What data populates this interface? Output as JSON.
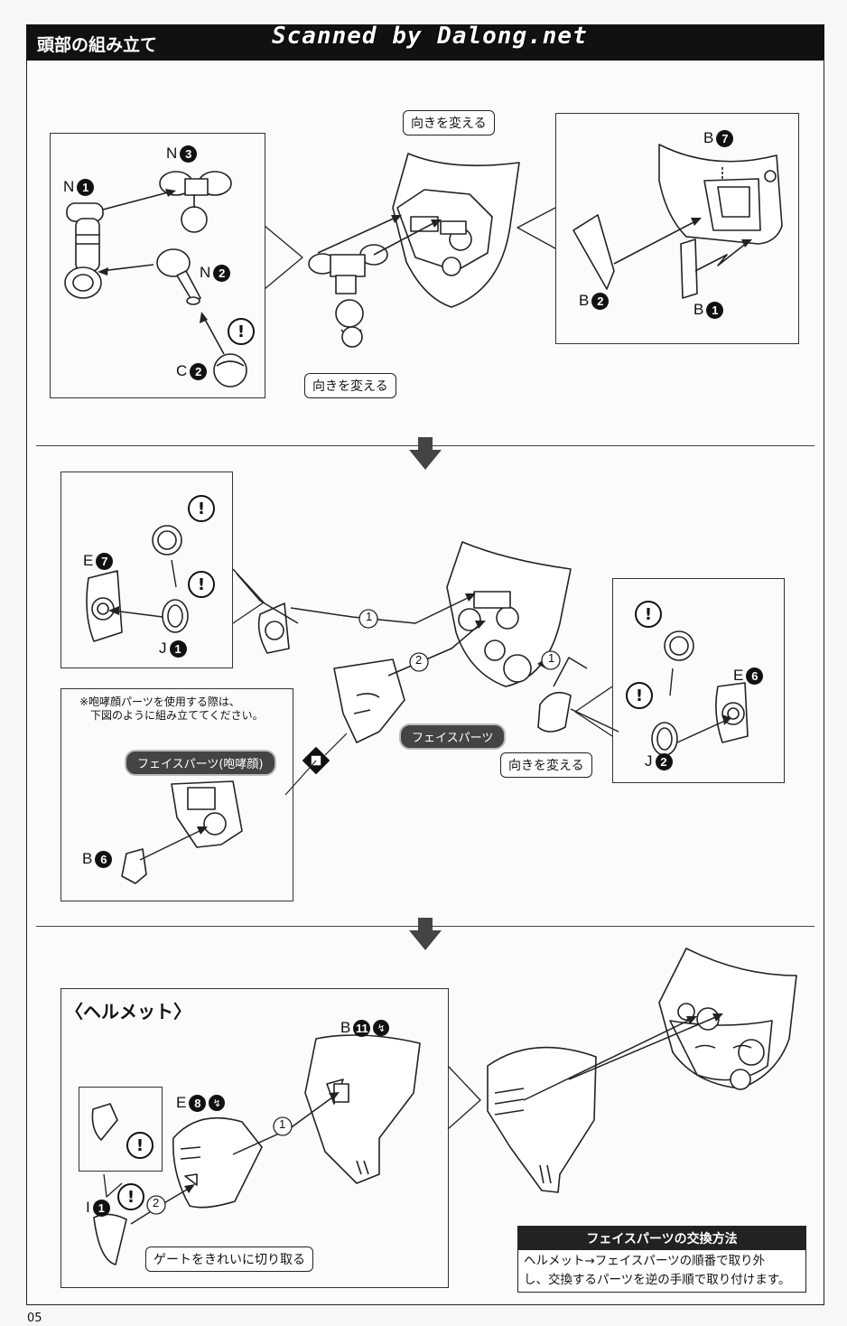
{
  "header": {
    "title": "頭部の組み立て",
    "watermark": "Scanned by Dalong.net"
  },
  "section1": {
    "labels": {
      "n3": "N",
      "n3_num": "3",
      "n1": "N",
      "n1_num": "1",
      "n2": "N",
      "n2_num": "2",
      "c2": "C",
      "c2_num": "2",
      "b7": "B",
      "b7_num": "7",
      "b2": "B",
      "b2_num": "2",
      "b1": "B",
      "b1_num": "1"
    },
    "callout_top": "向きを変える",
    "callout_bottom": "向きを変える"
  },
  "section2": {
    "labels": {
      "e7": "E",
      "e7_num": "7",
      "j1": "J",
      "j1_num": "1",
      "e6": "E",
      "e6_num": "6",
      "j2": "J",
      "j2_num": "2",
      "b6": "B",
      "b6_num": "6"
    },
    "note_line1": "※咆哮顔パーツを使用する際は、",
    "note_line2": "下図のように組み立ててください。",
    "pill_alt_face": "フェイスパーツ(咆哮顔)",
    "pill_face": "フェイスパーツ",
    "callout_turn": "向きを変える",
    "step1": "1",
    "step2": "2"
  },
  "section3": {
    "helmet_title": "〈ヘルメット〉",
    "labels": {
      "b11": "B",
      "b11_num": "11",
      "e8": "E",
      "e8_num": "8",
      "i1": "I",
      "i1_num": "1"
    },
    "gate_callout": "ゲートをきれいに切り取る",
    "step1": "1",
    "step2": "2",
    "face_swap": {
      "title": "フェイスパーツの交換方法",
      "line1": "ヘルメット→フェイスパーツの順番で取り外",
      "line2": "し、交換するパーツを逆の手順で取り付けます。"
    }
  },
  "warning_symbol": "!",
  "page_number": "05"
}
